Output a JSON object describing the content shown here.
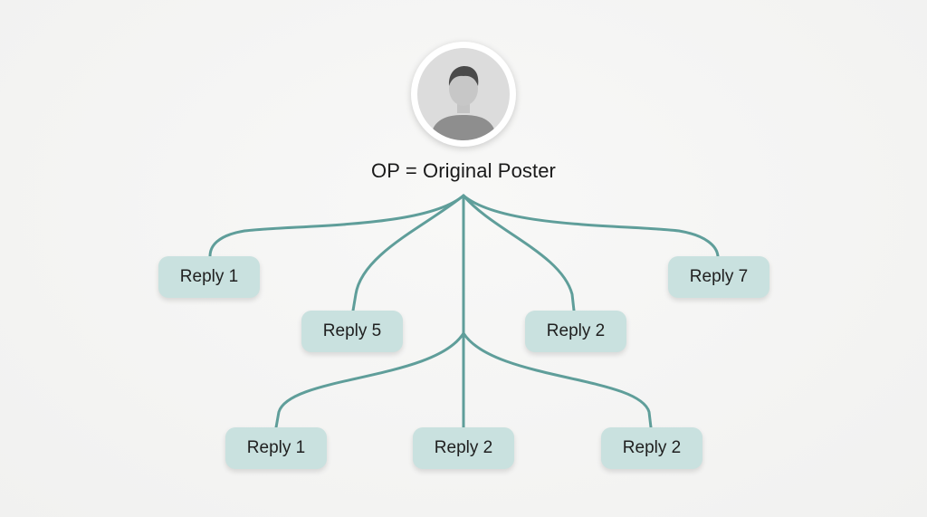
{
  "op": {
    "label": "OP = Original Poster",
    "avatar_icon": "user-avatar-icon"
  },
  "replies": [
    {
      "label": "Reply 1"
    },
    {
      "label": "Reply 5"
    },
    {
      "label": "Reply 2"
    },
    {
      "label": "Reply 7"
    },
    {
      "label": "Reply 1"
    },
    {
      "label": "Reply 2"
    },
    {
      "label": "Reply 2"
    }
  ],
  "colors": {
    "connector": "#5f9e9a",
    "reply_fill": "#c9e1df",
    "background": "#f4f4f3"
  }
}
